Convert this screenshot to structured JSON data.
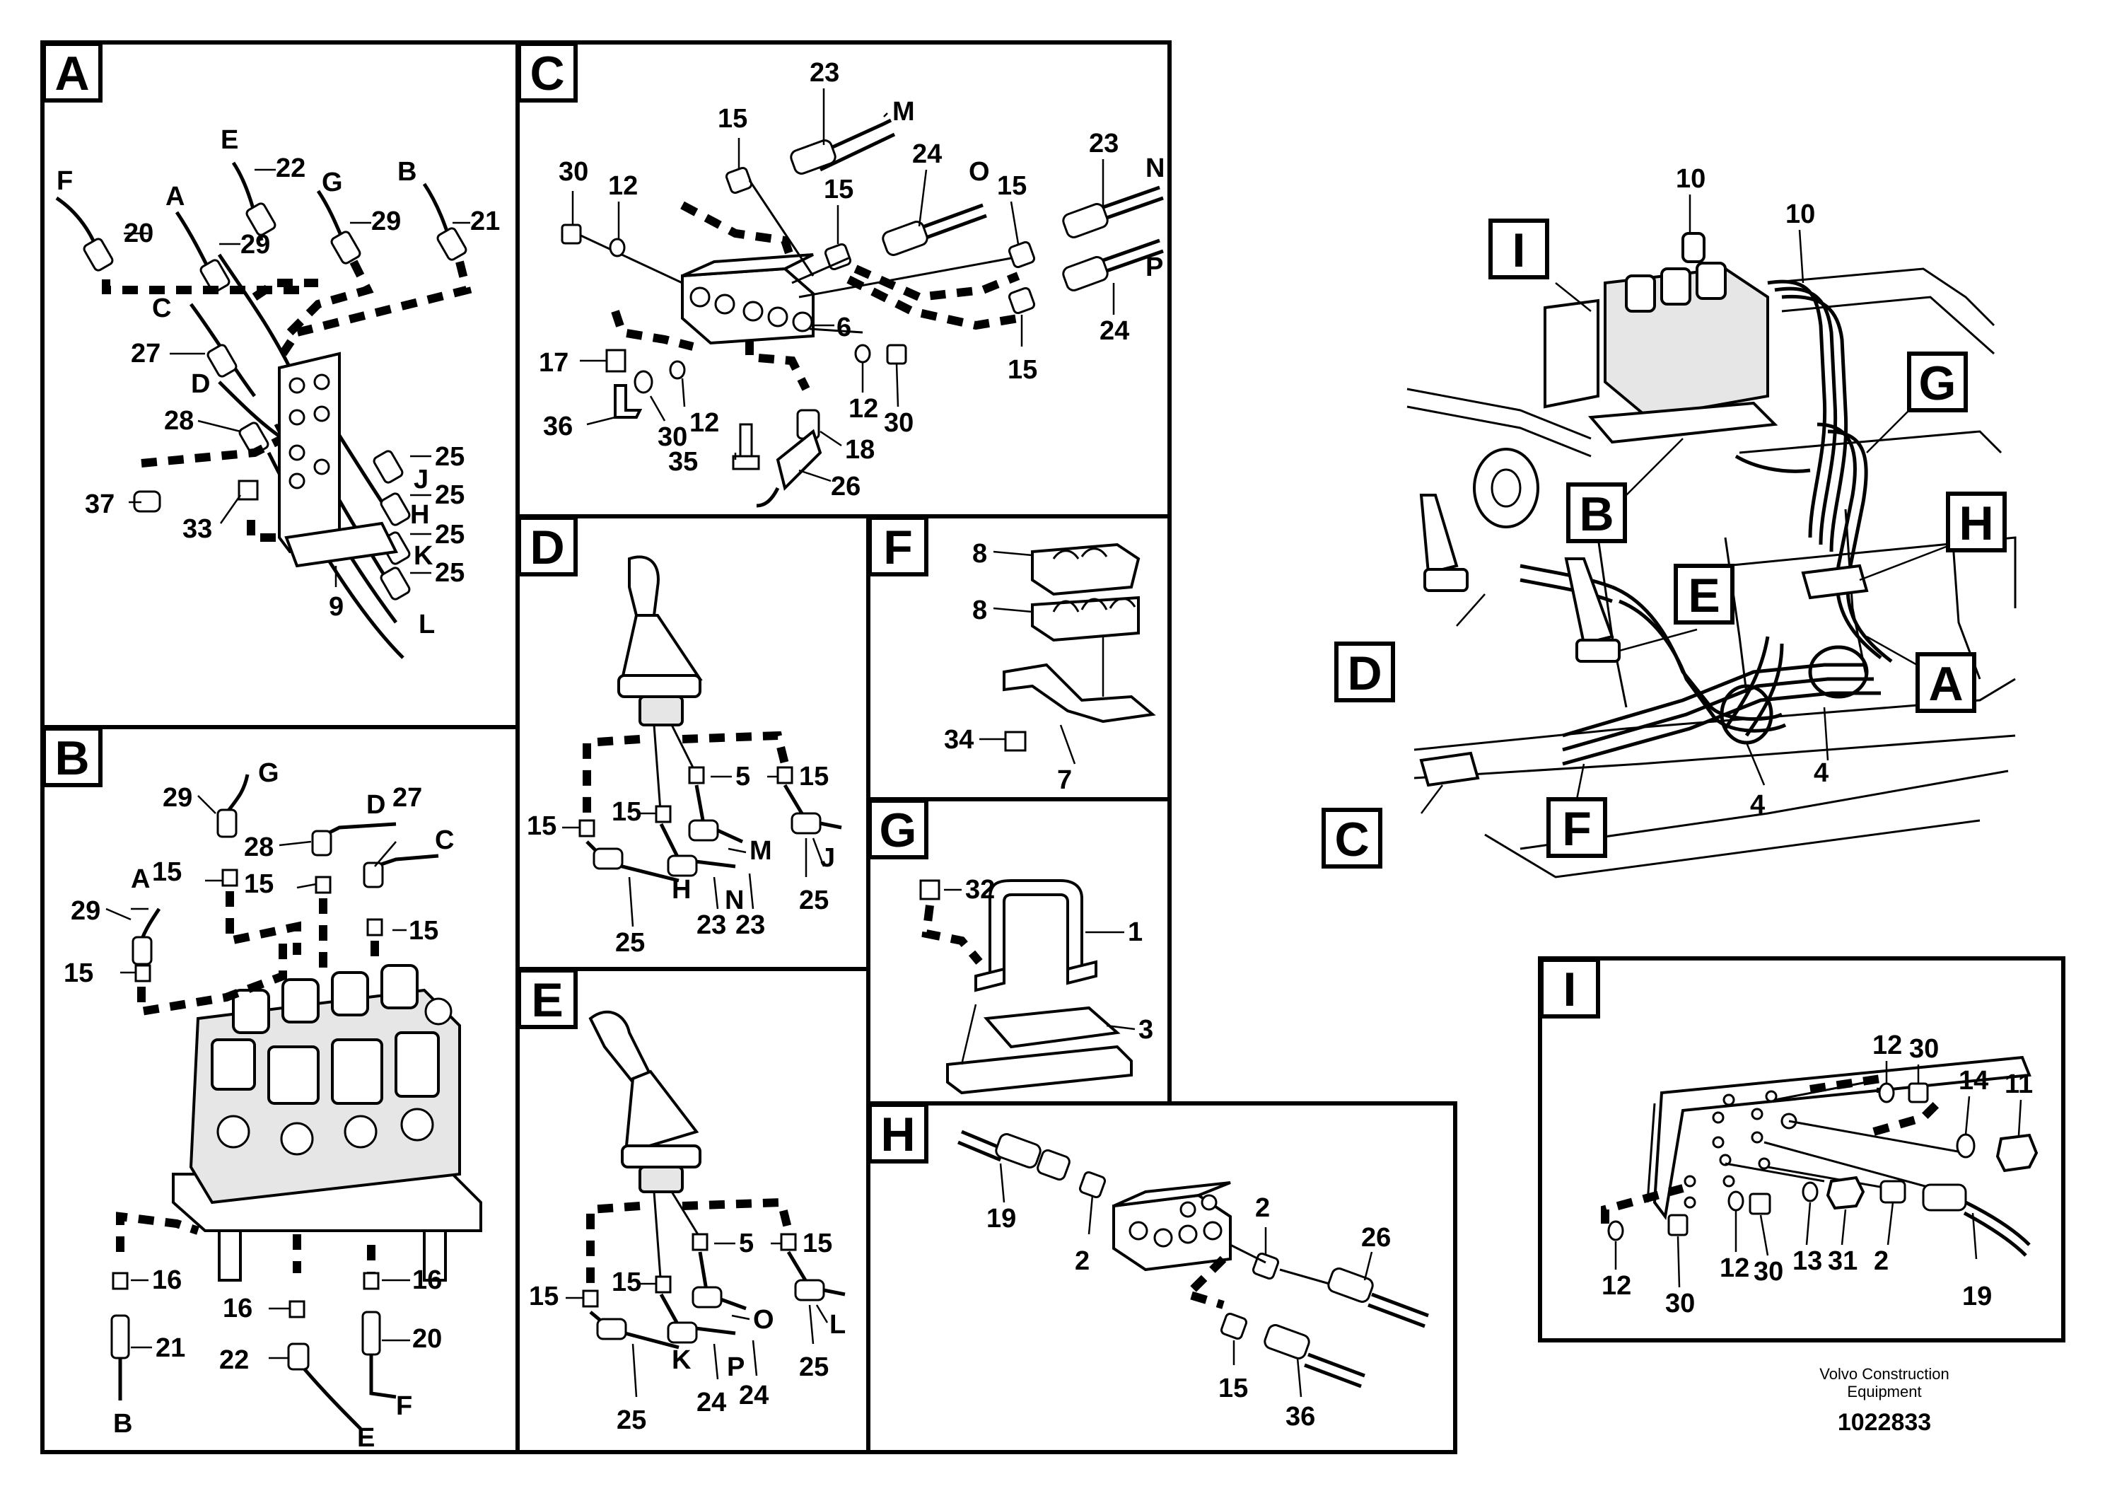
{
  "panels": {
    "A": {
      "letter": "A",
      "labels": [
        "F",
        "20",
        "E",
        "22",
        "G",
        "29",
        "B",
        "21",
        "A",
        "29",
        "C",
        "27",
        "D",
        "28",
        "37",
        "33",
        "25",
        "J",
        "25",
        "H",
        "25",
        "K",
        "25",
        "L",
        "9"
      ]
    },
    "B": {
      "letter": "B",
      "labels": [
        "29",
        "G",
        "28",
        "D",
        "27",
        "C",
        "A",
        "15",
        "15",
        "29",
        "15",
        "15",
        "16",
        "16",
        "16",
        "21",
        "20",
        "22",
        "B",
        "F",
        "E"
      ]
    },
    "C": {
      "letter": "C",
      "labels": [
        "23",
        "M",
        "15",
        "24",
        "O",
        "15",
        "23",
        "N",
        "30",
        "12",
        "15",
        "6",
        "P",
        "24",
        "17",
        "12",
        "12",
        "30",
        "15",
        "36",
        "30",
        "35",
        "18",
        "26"
      ]
    },
    "D": {
      "letter": "D",
      "labels": [
        "5",
        "15",
        "15",
        "15",
        "M",
        "J",
        "H",
        "N",
        "25",
        "25",
        "23",
        "23"
      ]
    },
    "E": {
      "letter": "E",
      "labels": [
        "5",
        "15",
        "15",
        "15",
        "O",
        "L",
        "K",
        "P",
        "25",
        "25",
        "24",
        "24"
      ]
    },
    "F": {
      "letter": "F",
      "labels": [
        "8",
        "8",
        "34",
        "7"
      ]
    },
    "G": {
      "letter": "G",
      "labels": [
        "32",
        "1",
        "3"
      ]
    },
    "H": {
      "letter": "H",
      "labels": [
        "19",
        "2",
        "2",
        "26",
        "15",
        "36"
      ]
    },
    "I": {
      "letter": "I",
      "labels": [
        "12",
        "30",
        "14",
        "11",
        "12",
        "12",
        "30",
        "13",
        "31",
        "2",
        "30",
        "19"
      ]
    }
  },
  "overview": {
    "tags": [
      "I",
      "G",
      "B",
      "H",
      "D",
      "E",
      "A",
      "C",
      "F"
    ],
    "labels": [
      "10",
      "10",
      "4",
      "4"
    ]
  },
  "footer": {
    "company_line1": "Volvo Construction",
    "company_line2": "Equipment",
    "doc_number": "1022833"
  }
}
